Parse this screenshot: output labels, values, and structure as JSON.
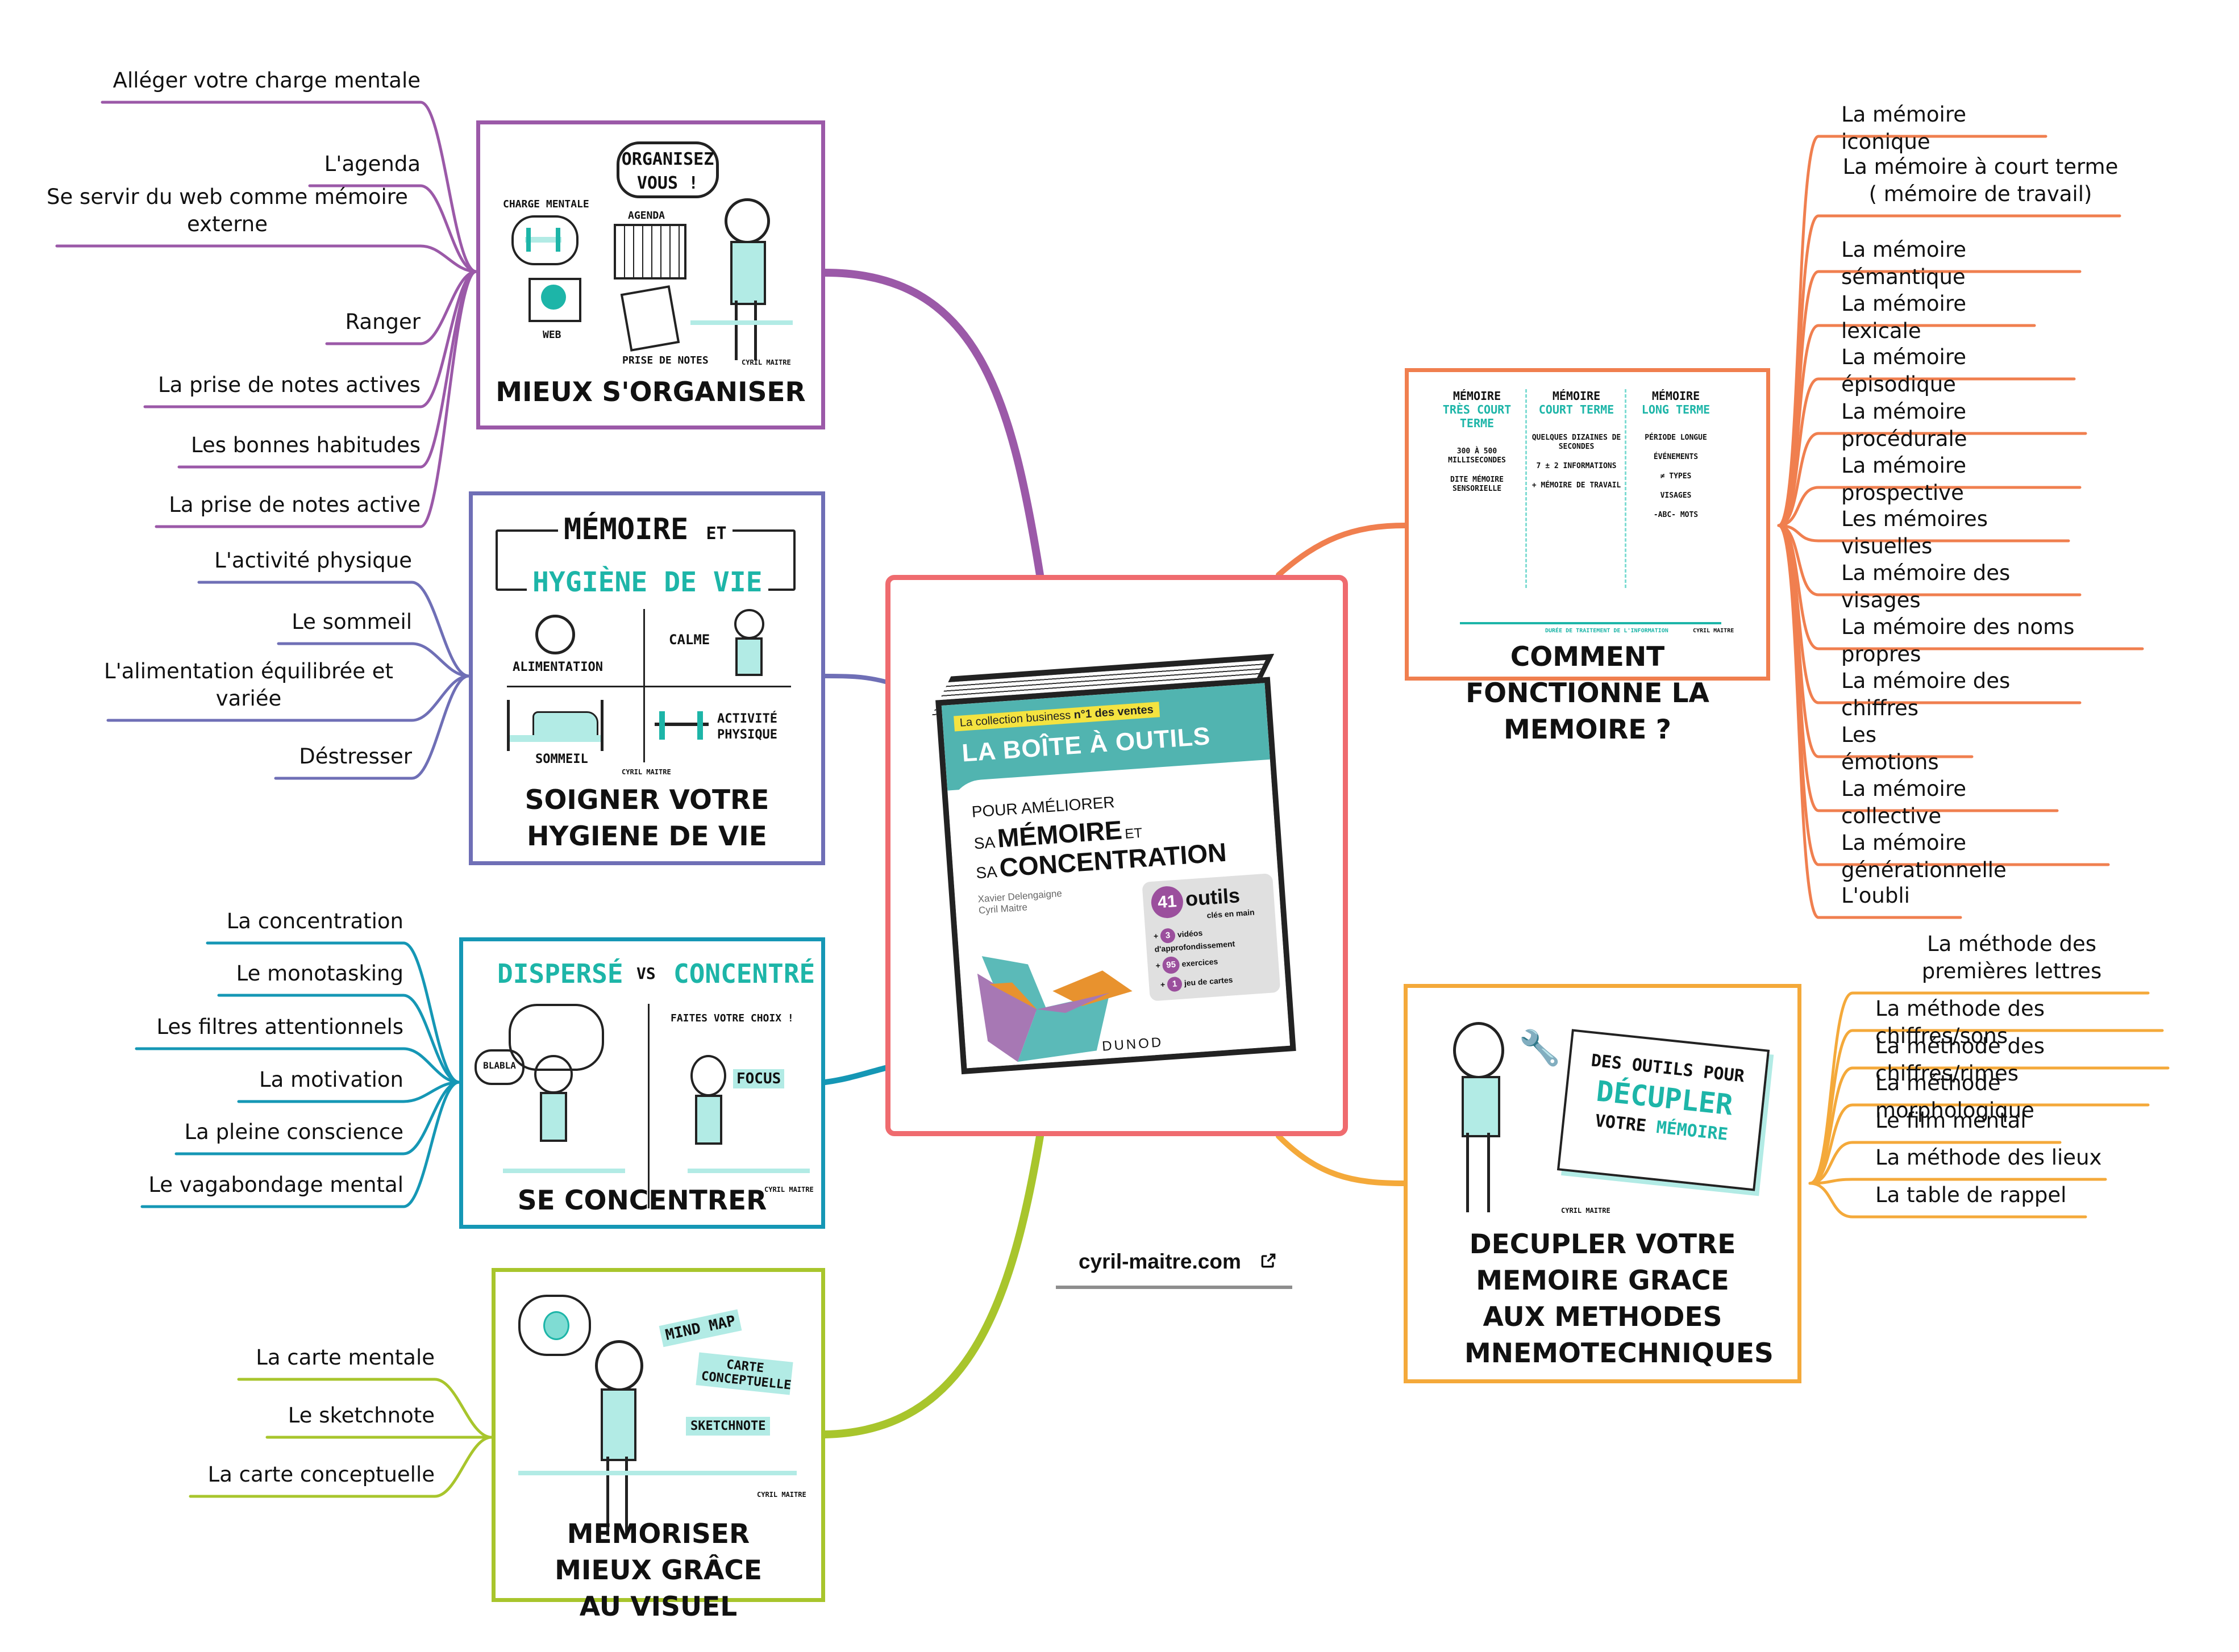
{
  "colors": {
    "center": "#ef6b6f",
    "organiser": "#9b59a8",
    "hygiene": "#6f6fb6",
    "concentrer": "#1597b5",
    "visuel": "#a8c52c",
    "fonctionne": "#f07f4f",
    "decupler": "#f4a93a",
    "accent_teal": "#1db5a8",
    "accent_mint": "#b2ebe5"
  },
  "center": {
    "book": {
      "badge_prefix": "La collection business",
      "badge_strong": "n°1 des ventes",
      "series_title": "LA BOÎTE À OUTILS",
      "line1": "POUR AMÉLIORER",
      "line2_small": "SA",
      "line2_big": "MÉMOIRE",
      "line2_tail": "ET",
      "line3_small": "SA",
      "line3_big": "CONCENTRATION",
      "authors": [
        "Xavier Delengaigne",
        "Cyril Maitre"
      ],
      "tools_count": "41",
      "tools_label": "outils",
      "tools_sub": "clés en main",
      "extras": [
        {
          "count": "3",
          "label": "vidéos d'approfondissement"
        },
        {
          "count": "95",
          "label": "exercices"
        },
        {
          "count": "1",
          "label": "jeu de cartes"
        }
      ],
      "publisher": "DUNOD"
    }
  },
  "website": {
    "label": "cyril-maitre.com",
    "icon": "external-link-icon"
  },
  "branches": {
    "organiser": {
      "title": "MIEUX S'ORGANISER",
      "illustration": {
        "bubble": "ORGANISEZ VOUS !",
        "labels": [
          "CHARGE MENTALE",
          "AGENDA",
          "WEB",
          "PRISE DE NOTES"
        ],
        "signature": "CYRIL MAITRE"
      },
      "leaves": [
        "Alléger votre charge mentale",
        "L'agenda",
        "Se servir du web comme mémoire externe",
        "Ranger",
        "La prise de notes actives",
        "Les bonnes habitudes",
        "La prise de notes active"
      ]
    },
    "hygiene": {
      "title": "SOIGNER VOTRE HYGIENE DE VIE",
      "illustration": {
        "heading_top": "MÉMOIRE",
        "heading_et": "ET",
        "heading_bottom": "HYGIÈNE DE VIE",
        "labels": [
          "ALIMENTATION",
          "CALME",
          "SOMMEIL",
          "ACTIVITÉ PHYSIQUE"
        ],
        "signature": "CYRIL MAITRE"
      },
      "leaves": [
        "L'activité physique",
        "Le sommeil",
        "L'alimentation équilibrée et variée",
        "Déstresser"
      ]
    },
    "concentrer": {
      "title": "SE CONCENTRER",
      "illustration": {
        "left": "DISPERSÉ",
        "vs": "VS",
        "right": "CONCENTRÉ",
        "choice": "FAITES VOTRE CHOIX !",
        "blabla": "BLABLA",
        "focus": "FOCUS",
        "signature": "CYRIL MAITRE"
      },
      "leaves": [
        "La concentration",
        "Le monotasking",
        "Les filtres attentionnels",
        "La motivation",
        "La pleine conscience",
        "Le vagabondage mental"
      ]
    },
    "visuel": {
      "title": "MEMORISER MIEUX GRÂCE AU VISUEL",
      "illustration": {
        "tags": [
          "MIND MAP",
          "CARTE CONCEPTUELLE",
          "SKETCHNOTE"
        ],
        "signature": "CYRIL MAITRE"
      },
      "leaves": [
        "La carte mentale",
        "Le sketchnote",
        "La carte conceptuelle"
      ]
    },
    "fonctionne": {
      "title": "COMMENT FONCTIONNE LA MEMOIRE ?",
      "illustration": {
        "columns": [
          {
            "head": "MÉMOIRE",
            "kind": "TRÈS COURT TERME",
            "duration": "300 À 500 MILLISECONDES",
            "notes": [
              "DITE MÉMOIRE SENSORIELLE"
            ]
          },
          {
            "head": "MÉMOIRE",
            "kind": "COURT TERME",
            "duration": "QUELQUES DIZAINES DE SECONDES",
            "notes": [
              "7 ± 2 INFORMATIONS",
              "+ MÉMOIRE DE TRAVAIL"
            ]
          },
          {
            "head": "MÉMOIRE",
            "kind": "LONG TERME",
            "duration": "PÉRIODE LONGUE",
            "notes": [
              "ÉVÉNEMENTS",
              "≠ TYPES",
              "VISAGES",
              "-ABC- MOTS"
            ]
          }
        ],
        "axis": "DURÉE DE TRAITEMENT DE L'INFORMATION",
        "signature": "CYRIL MAITRE"
      },
      "leaves": [
        "La mémoire iconique",
        "La mémoire à court terme ( mémoire de travail)",
        "La mémoire sémantique",
        "La mémoire lexicale",
        "La mémoire épisodique",
        "La mémoire procédurale",
        "La mémoire prospective",
        "Les mémoires visuelles",
        "La mémoire des visages",
        "La mémoire des noms propres",
        "La mémoire des chiffres",
        "Les émotions",
        "La mémoire collective",
        "La mémoire générationnelle",
        "L'oubli"
      ]
    },
    "decupler": {
      "title": "DECUPLER VOTRE MEMOIRE GRACE AUX METHODES MNEMOTECHNIQUES",
      "illustration": {
        "sign_line1": "DES OUTILS POUR",
        "sign_line2": "DÉCUPLER",
        "sign_line3a": "VOTRE",
        "sign_line3b": "MÉMOIRE",
        "signature": "CYRIL MAITRE"
      },
      "leaves": [
        "La méthode des premières lettres",
        "La méthode des chiffres/sons",
        "La méthode des chiffres/rimes",
        "La méthode morphologique",
        "Le film mental",
        "La méthode des lieux",
        "La table de rappel"
      ]
    }
  }
}
